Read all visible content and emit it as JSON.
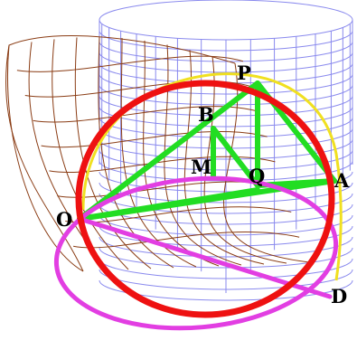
{
  "labels": {
    "P": "P",
    "B": "B",
    "M": "M",
    "Q": "Q",
    "A": "A",
    "O": "O",
    "D": "D"
  },
  "colors": {
    "cylinder_mesh": "#8a8aee",
    "surface_mesh": "#8a3c14",
    "great_circle": "#ee1111",
    "small_circle": "#f0e020",
    "base_ellipse": "#e23ee2",
    "triangles": "#22dd22"
  }
}
